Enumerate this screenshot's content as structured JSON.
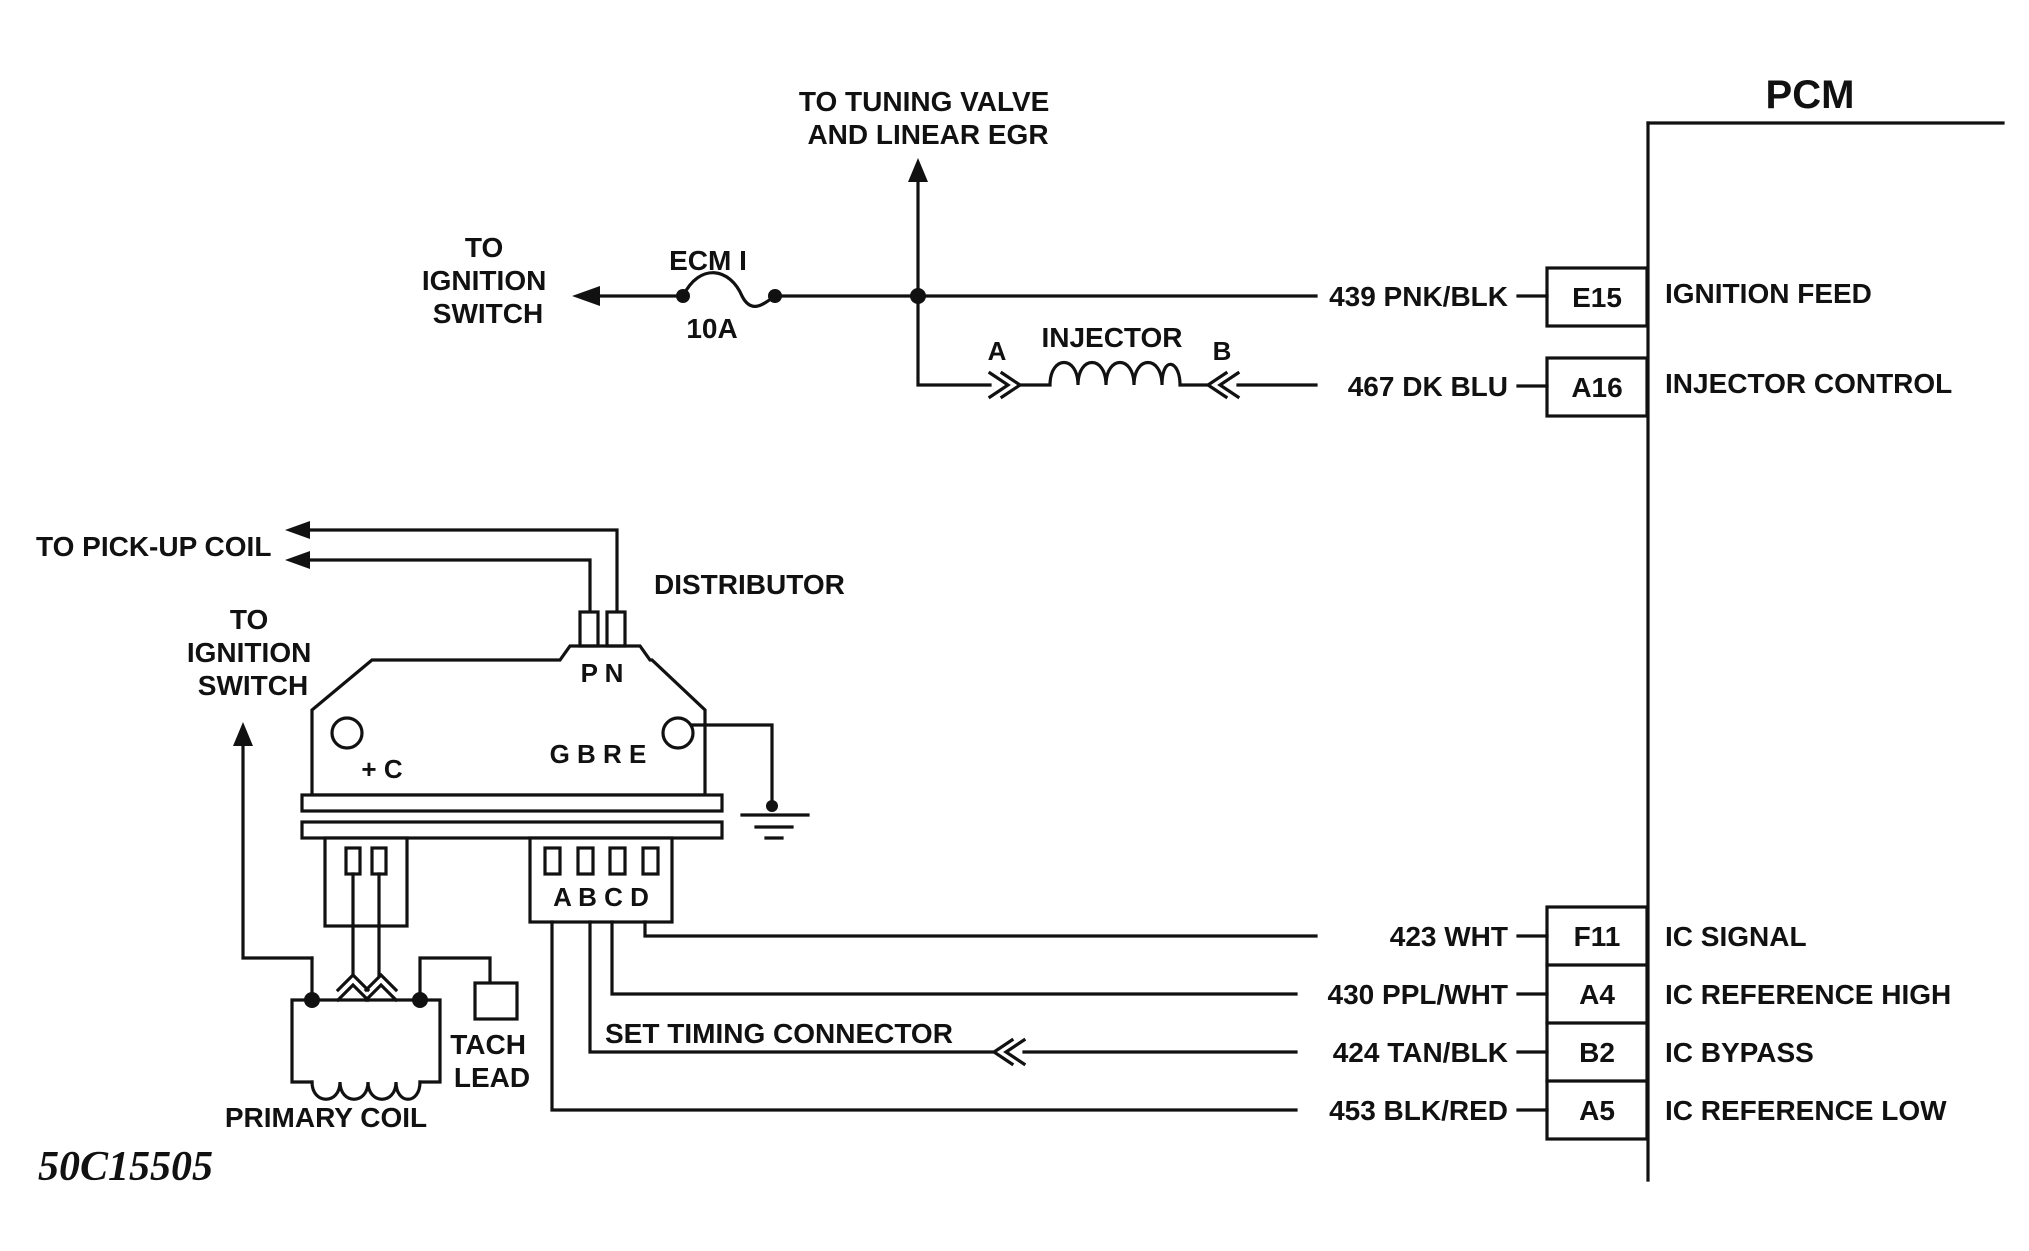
{
  "pcm": {
    "title": "PCM",
    "pins": [
      {
        "pin": "E15",
        "wire": "439 PNK/BLK",
        "function": "IGNITION FEED"
      },
      {
        "pin": "A16",
        "wire": "467 DK BLU",
        "function": "INJECTOR CONTROL"
      },
      {
        "pin": "F11",
        "wire": "423 WHT",
        "function": "IC SIGNAL"
      },
      {
        "pin": "A4",
        "wire": "430 PPL/WHT",
        "function": "IC REFERENCE HIGH"
      },
      {
        "pin": "B2",
        "wire": "424 TAN/BLK",
        "function": "IC BYPASS"
      },
      {
        "pin": "A5",
        "wire": "453 BLK/RED",
        "function": "IC REFERENCE LOW"
      }
    ]
  },
  "labels": {
    "tuning_valve": [
      "TO TUNING VALVE",
      "AND LINEAR EGR"
    ],
    "ignition_switch_top": [
      "TO",
      "IGNITION",
      "SWITCH"
    ],
    "ignition_switch_left": [
      "TO",
      "IGNITION",
      "SWITCH"
    ],
    "fuse_name": "ECM I",
    "fuse_rating": "10A",
    "injector": "INJECTOR",
    "injector_a": "A",
    "injector_b": "B",
    "pickup_coil": "TO PICK-UP COIL",
    "distributor": "DISTRIBUTOR",
    "module_pins_top": "P N",
    "module_pins_mid": "G B R E",
    "module_pins_left": "+ C",
    "connector_pins": "A B C D",
    "tach": [
      "TACH",
      "LEAD"
    ],
    "primary_coil": "PRIMARY COIL",
    "set_timing": "SET TIMING CONNECTOR",
    "figure_id": "50C15505"
  }
}
